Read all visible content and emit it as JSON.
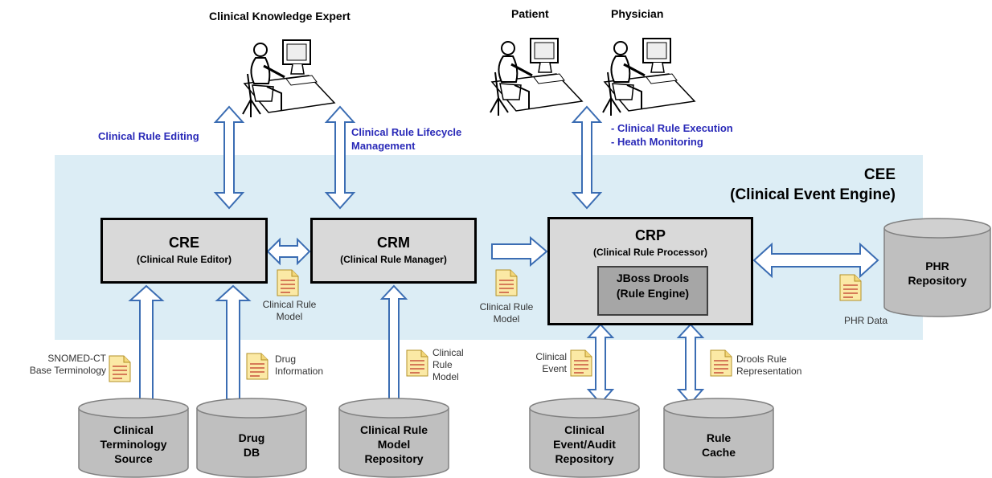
{
  "actors": {
    "knowledge_expert": "Clinical Knowledge Expert",
    "patient": "Patient",
    "physician": "Physician"
  },
  "interactions": {
    "rule_editing": "Clinical Rule Editing",
    "lifecycle_line1": "Clinical Rule Lifecycle",
    "lifecycle_line2": "Management",
    "execution_line1": "- Clinical Rule Execution",
    "execution_line2": "- Heath Monitoring"
  },
  "engine": {
    "title_line1": "CEE",
    "title_line2": "(Clinical Event Engine)"
  },
  "components": {
    "cre": {
      "title": "CRE",
      "subtitle": "(Clinical Rule Editor)"
    },
    "crm": {
      "title": "CRM",
      "subtitle": "(Clinical Rule Manager)"
    },
    "crp": {
      "title": "CRP",
      "subtitle": "(Clinical Rule Processor)"
    },
    "drools_line1": "JBoss Drools",
    "drools_line2": "(Rule Engine)"
  },
  "documents": {
    "rule_model_1_line1": "Clinical Rule",
    "rule_model_1_line2": "Model",
    "rule_model_2_line1": "Clinical Rule",
    "rule_model_2_line2": "Model",
    "snomed_line1": "SNOMED-CT",
    "snomed_line2": "Base Terminology",
    "drug_info_line1": "Drug",
    "drug_info_line2": "Information",
    "rule_model_3_line1": "Clinical",
    "rule_model_3_line2": "Rule",
    "rule_model_3_line3": "Model",
    "clinical_event_line1": "Clinical",
    "clinical_event_line2": "Event",
    "drools_rep_line1": "Drools Rule",
    "drools_rep_line2": "Representation",
    "phr_data": "PHR Data"
  },
  "repositories": {
    "terminology": [
      "Clinical",
      "Terminology",
      "Source"
    ],
    "drug_db": [
      "Drug",
      "DB"
    ],
    "rule_model_repo": [
      "Clinical Rule",
      "Model",
      "Repository"
    ],
    "event_audit": [
      "Clinical",
      "Event/Audit",
      "Repository"
    ],
    "rule_cache": [
      "Rule",
      "Cache"
    ],
    "phr": [
      "PHR",
      "Repository"
    ]
  },
  "colors": {
    "engine_bg": "#dcedf5",
    "box_fill": "#d9d9d9",
    "inner_fill": "#a6a6a6",
    "arrow_stroke": "#3b6db3",
    "label_blue": "#2a2ab8",
    "cylinder_fill": "#bfbfbf",
    "doc_fill": "#fbe9a5"
  }
}
